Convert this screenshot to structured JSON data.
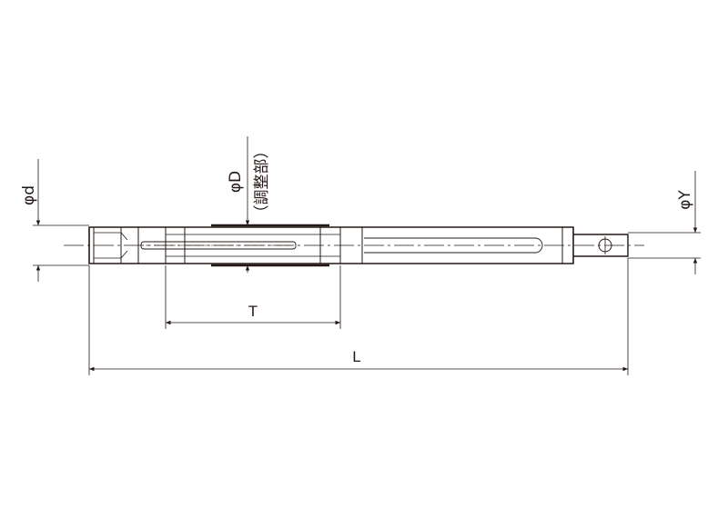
{
  "labels": {
    "d": "φd",
    "D": "φD",
    "D_note": "（調整部）",
    "Y": "φY",
    "T": "T",
    "L": "L"
  },
  "colors": {
    "line": "#231815",
    "background": "#ffffff"
  }
}
